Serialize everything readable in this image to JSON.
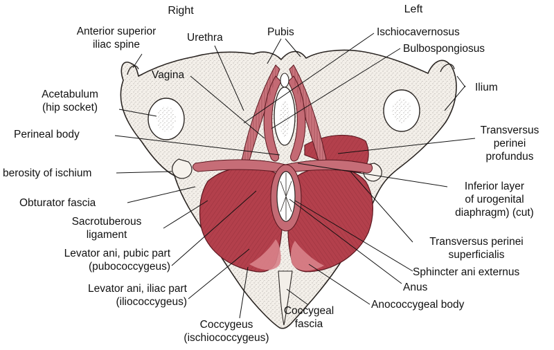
{
  "header": {
    "right": "Right",
    "left": "Left"
  },
  "labels": {
    "anterior_superior_iliac_spine": [
      "Anterior superior",
      "iliac spine"
    ],
    "urethra": "Urethra",
    "pubis": "Pubis",
    "vagina": "Vagina",
    "ischiocavernosus": "Ischiocavernosus",
    "bulbospongiosus": "Bulbospongiosus",
    "ilium": "Ilium",
    "acetabulum": [
      "Acetabulum",
      "(hip socket)"
    ],
    "perineal_body": "Perineal body",
    "transversus_perinei_profundus": [
      "Transversus",
      "perinei",
      "profundus"
    ],
    "tuberosity_of_ischium": "berosity of ischium",
    "inferior_layer_urogenital_diaphragm": [
      "Inferior layer",
      "of urogenital",
      "diaphragm) (cut)"
    ],
    "obturator_fascia": "Obturator fascia",
    "sacrotuberous_ligament": [
      "Sacrotuberous",
      "ligament"
    ],
    "transversus_perinei_superficialis": [
      "Transversus perinei",
      "superficialis"
    ],
    "levator_ani_pubic": [
      "Levator ani, pubic part",
      "(pubococcygeus)"
    ],
    "sphincter_ani_externus": "Sphincter ani externus",
    "levator_ani_iliac": [
      "Levator ani, iliac part",
      "(iliococcygeus)"
    ],
    "anus": "Anus",
    "anococcygeal_body": "Anococcygeal body",
    "coccygeus": [
      "Coccygeus",
      "(ischiococcygeus)"
    ],
    "coccygeal_fascia": [
      "Coccygeal",
      "fascia"
    ]
  },
  "colors": {
    "muscle": "#b3404c",
    "muscle_light": "#d8828a",
    "bone": "#f3efe9",
    "bone_stroke": "#2a2522",
    "line": "#111111"
  },
  "icons": {
    "bone_texture": "stipple-dots",
    "muscle_texture": "fiber-hatching"
  }
}
